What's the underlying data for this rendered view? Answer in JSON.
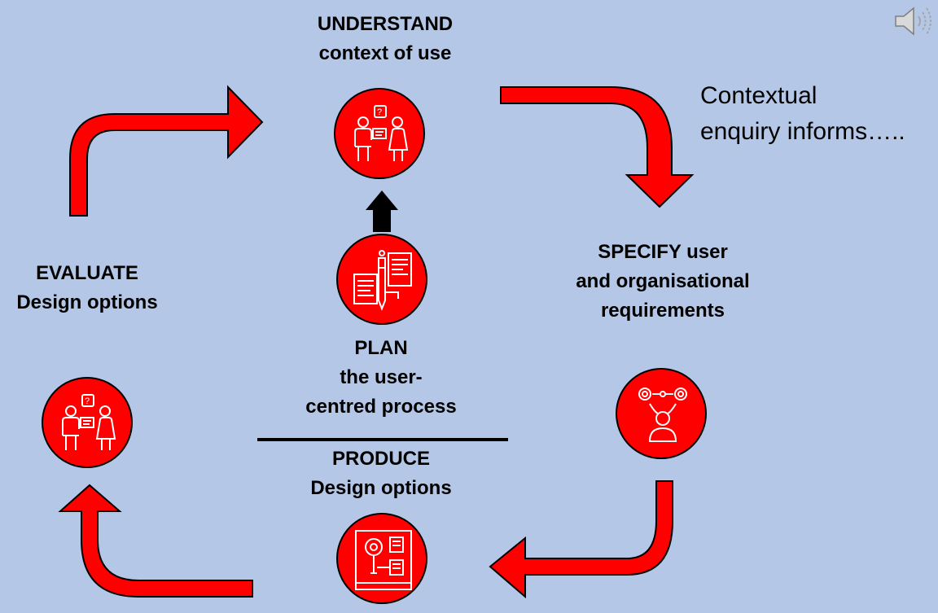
{
  "stages": {
    "understand": {
      "line1": "UNDERSTAND",
      "line2": "context of use",
      "icon": "people-discussion-icon"
    },
    "specify": {
      "line1": "SPECIFY  user",
      "line2": "and organisational",
      "line3": "requirements",
      "icon": "user-gears-icon"
    },
    "produce": {
      "line1": "PRODUCE",
      "line2": "Design options",
      "icon": "design-blueprint-icon"
    },
    "evaluate": {
      "line1": "EVALUATE",
      "line2": "Design options",
      "icon": "people-discussion-icon"
    },
    "plan": {
      "line1": "PLAN",
      "line2": "the user-",
      "line3": "centred process",
      "icon": "plan-documents-icon"
    }
  },
  "note": {
    "line1": "Contextual",
    "line2": "enquiry informs….."
  },
  "colors": {
    "background": "#b4c7e7",
    "arrow": "#ff0000",
    "circle": "#ff0000",
    "outline": "#000000"
  },
  "controls": {
    "audio_icon": "speaker-icon"
  }
}
